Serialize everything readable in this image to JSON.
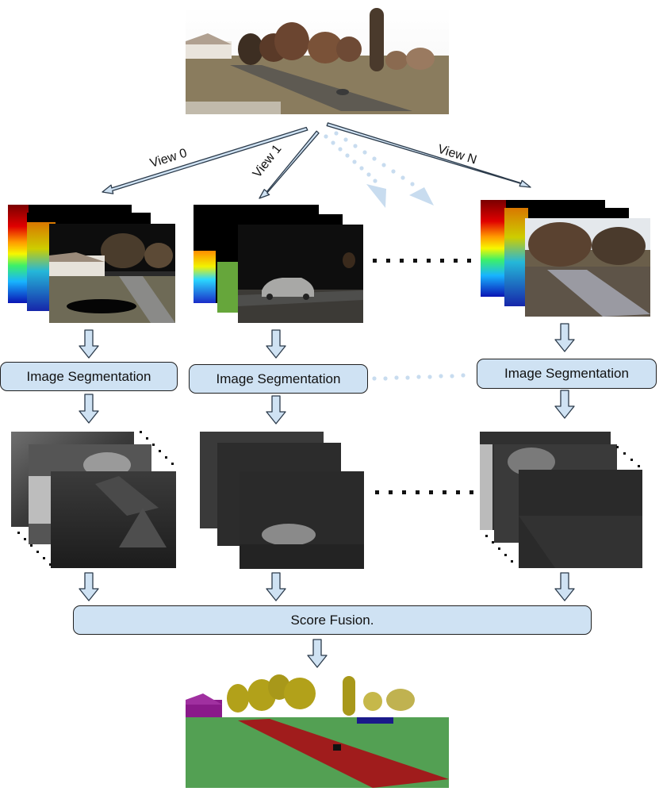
{
  "views": {
    "view0_label": "View 0",
    "view1_label": "View 1",
    "viewN_label": "View N"
  },
  "boxes": {
    "seg_left": "Image Segmentation",
    "seg_middle": "Image Segmentation",
    "seg_right": "Image Segmentation",
    "fusion": "Score Fusion."
  },
  "colors": {
    "box_fill": "#cfe2f3",
    "box_border": "#1f1f1f",
    "arrow_fill": "#cfe2f3",
    "arrow_stroke": "#2b3a4a",
    "dotted_light": "#c8dcef",
    "label_road": "#a01c1c",
    "label_vegetation": "#b2a11a",
    "label_ground": "#2e8b2e",
    "label_building": "#8a1a8a"
  }
}
